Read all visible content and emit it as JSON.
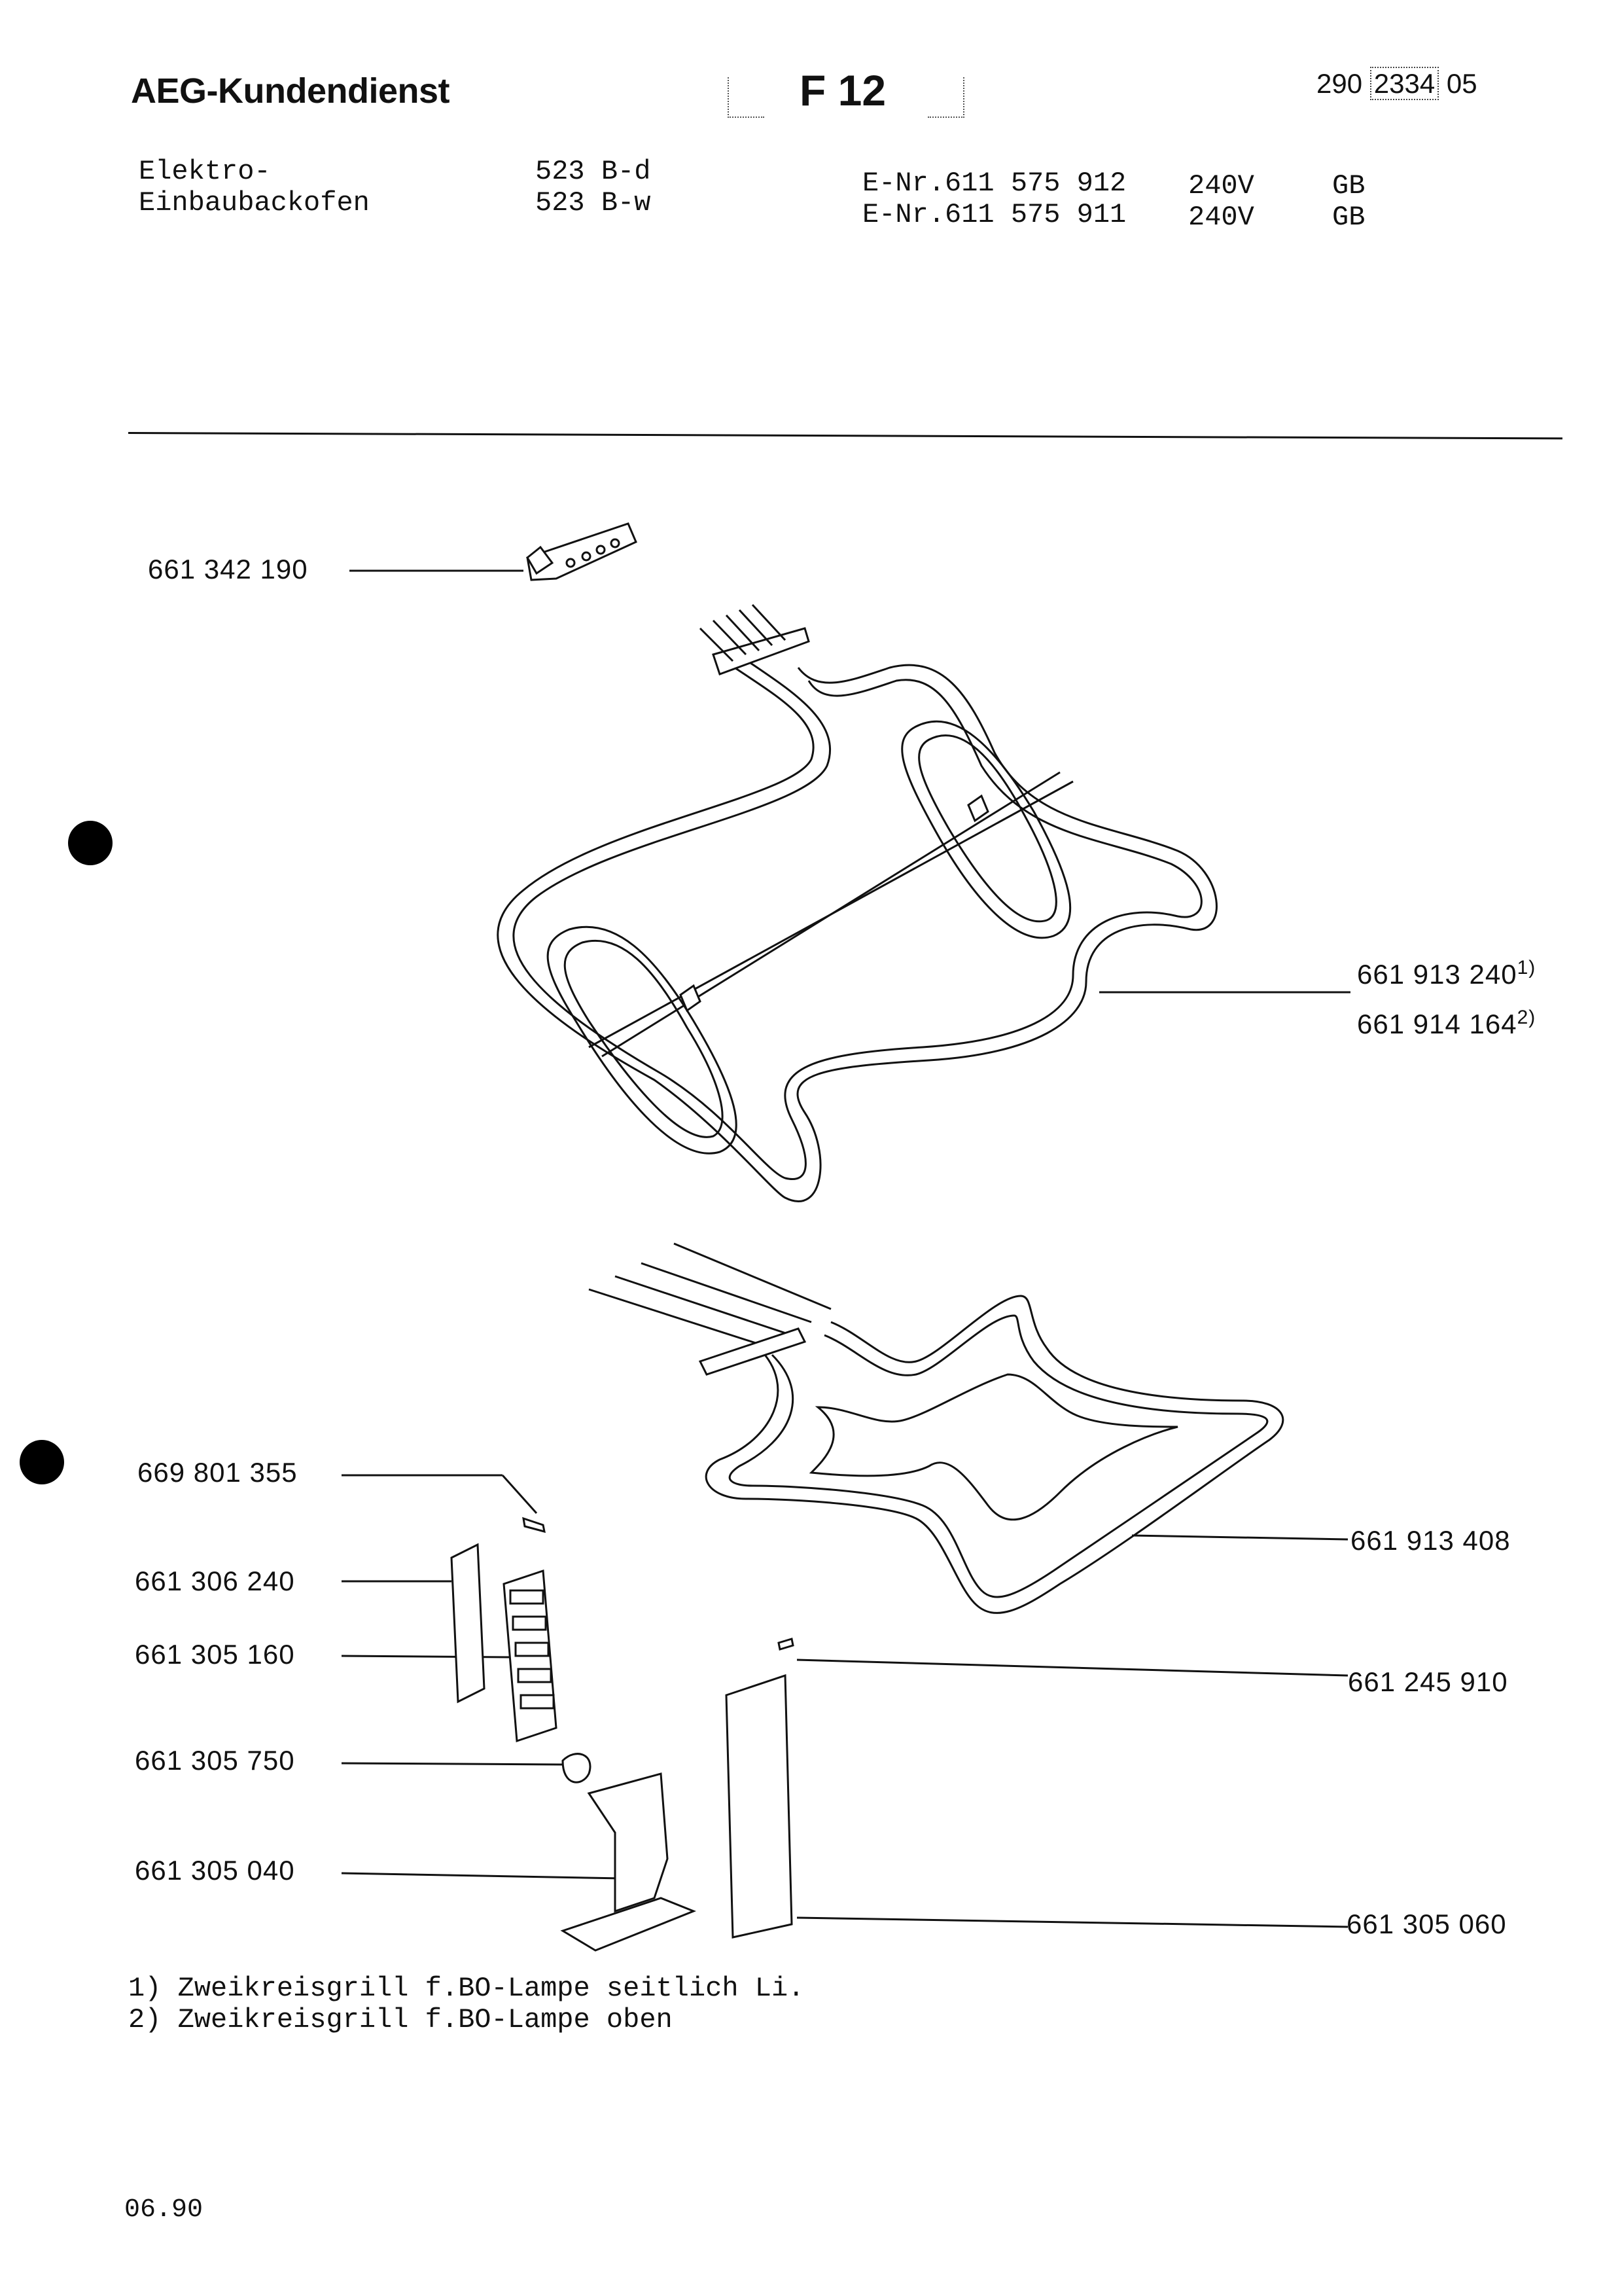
{
  "header": {
    "brand": "AEG-Kundendienst",
    "sheet_code": "F 12",
    "doc_number_prefix": "290",
    "doc_number_boxed": "2334",
    "doc_number_suffix": "05"
  },
  "product": {
    "type_line1": "Elektro-",
    "type_line2": "Einbaubackofen",
    "models": [
      {
        "model": "523 B-d",
        "enr": "E-Nr.611 575 912",
        "voltage": "240V",
        "country": "GB"
      },
      {
        "model": "523 B-w",
        "enr": "E-Nr.611 575 911",
        "voltage": "240V",
        "country": "GB"
      }
    ]
  },
  "parts": {
    "p1": "661 342 190",
    "p2a": "661 913 240",
    "p2a_note": "1)",
    "p2b": "661 914 164",
    "p2b_note": "2)",
    "p3": "669 801 355",
    "p4": "661 306 240",
    "p5": "661 305 160",
    "p6": "661 305 750",
    "p7": "661 305 040",
    "p8": "661 913 408",
    "p9": "661 245 910",
    "p10": "661 305 060"
  },
  "notes": [
    "1) Zweikreisgrill f.BO-Lampe seitlich Li.",
    "2) Zweikreisgrill f.BO-Lampe oben"
  ],
  "footer": {
    "date": "06.90"
  }
}
